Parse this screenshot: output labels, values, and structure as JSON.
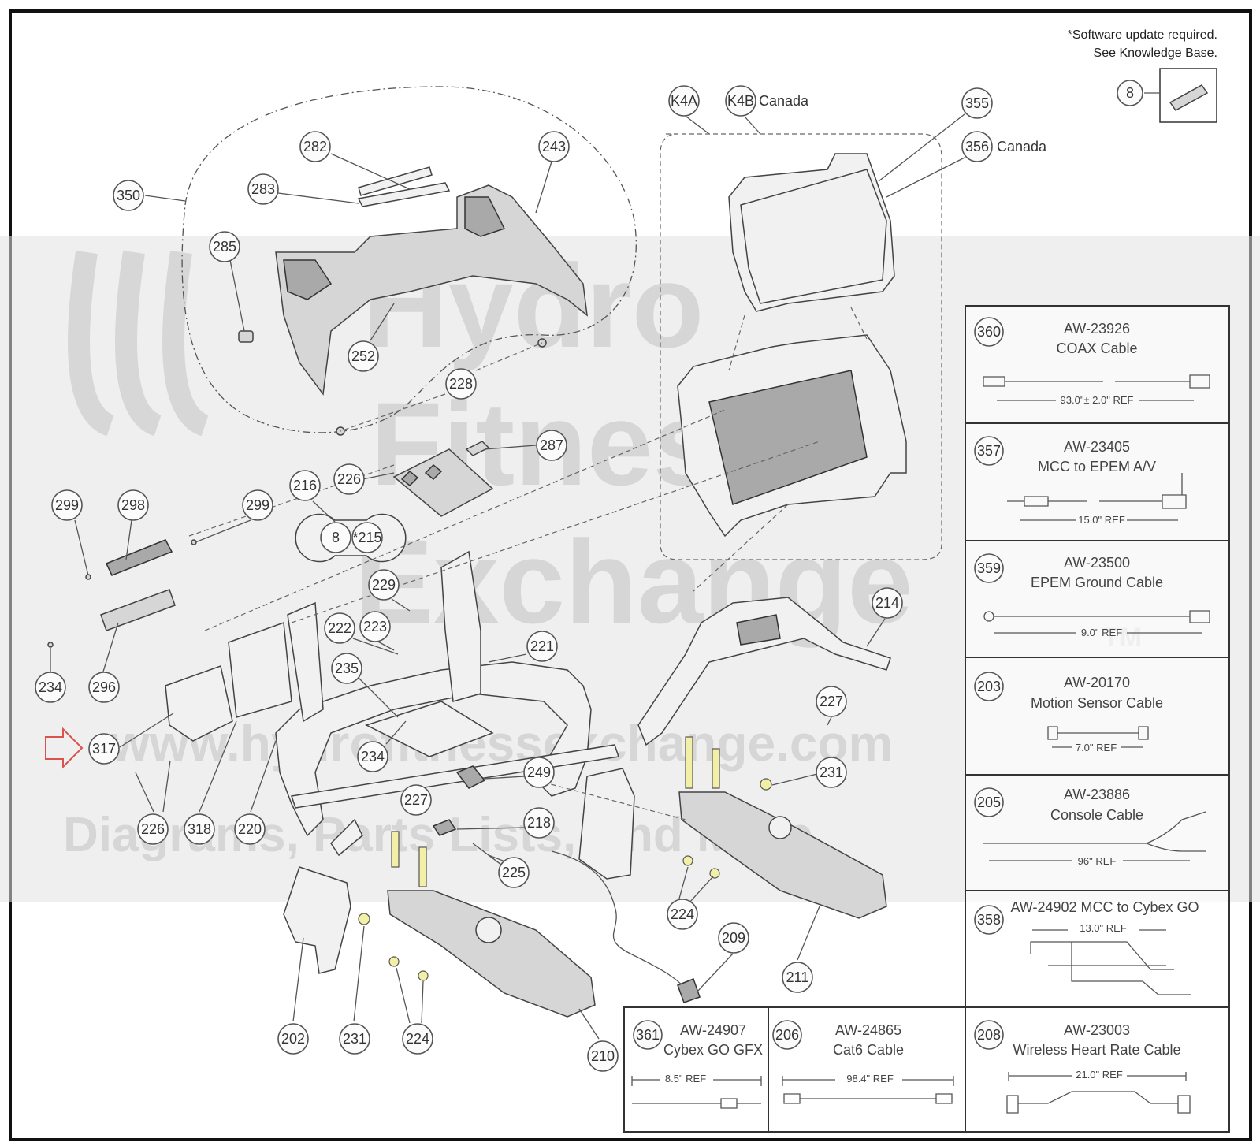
{
  "note": {
    "line1": "*Software update required.",
    "line2": "See Knowledge Base."
  },
  "top_labels": {
    "k4b_suffix": "Canada",
    "p356_suffix": "Canada"
  },
  "watermark": {
    "brand_lines": [
      "Hydro",
      "Fitness",
      "Exchange"
    ],
    "trademark": "TM",
    "url": "www.hydrofitnessexchange.com",
    "tagline": "Diagrams, Parts Lists, And More"
  },
  "callouts": {
    "c350": "350",
    "c282": "282",
    "c283": "283",
    "c243": "243",
    "c285": "285",
    "c252": "252",
    "c228": "228",
    "c287": "287",
    "c226a": "226",
    "c216": "216",
    "c8": "8",
    "c215": "*215",
    "c299a": "299",
    "c298": "298",
    "c299b": "299",
    "c229": "229",
    "c222": "222",
    "c223": "223",
    "c235": "235",
    "c221": "221",
    "c234a": "234",
    "c296": "296",
    "c317": "317",
    "c234b": "234",
    "c249": "249",
    "c226b": "226",
    "c318": "318",
    "c220": "220",
    "c227a": "227",
    "c218": "218",
    "c225": "225",
    "c202": "202",
    "c231a": "231",
    "c224a": "224",
    "c210": "210",
    "c209": "209",
    "c211": "211",
    "c224b": "224",
    "c227b": "227",
    "c231b": "231",
    "c214": "214",
    "cK4A": "K4A",
    "cK4B": "K4B",
    "c355": "355",
    "c356": "356",
    "c8usb": "8"
  },
  "cable_table": [
    {
      "num": "360",
      "part": "AW-23926",
      "name": "COAX Cable",
      "ref": "93.0\"± 2.0\" REF"
    },
    {
      "num": "357",
      "part": "AW-23405",
      "name": "MCC to EPEM A/V",
      "ref": "15.0\" REF"
    },
    {
      "num": "359",
      "part": "AW-23500",
      "name": "EPEM Ground Cable",
      "ref": "9.0\" REF"
    },
    {
      "num": "203",
      "part": "AW-20170",
      "name": "Motion Sensor Cable",
      "ref": "7.0\" REF"
    },
    {
      "num": "205",
      "part": "AW-23886",
      "name": "Console Cable",
      "ref": "96\" REF"
    },
    {
      "num": "358",
      "title": "AW-24902 MCC to Cybex GO",
      "ref": "13.0\" REF"
    }
  ],
  "bottom_table": [
    {
      "num": "361",
      "part": "AW-24907",
      "name": "Cybex GO GFX",
      "ref": "8.5\" REF"
    },
    {
      "num": "206",
      "part": "AW-24865",
      "name": "Cat6 Cable",
      "ref": "98.4\" REF"
    },
    {
      "num": "208",
      "part": "AW-23003",
      "name": "Wireless Heart Rate Cable",
      "ref": "21.0\" REF"
    }
  ]
}
